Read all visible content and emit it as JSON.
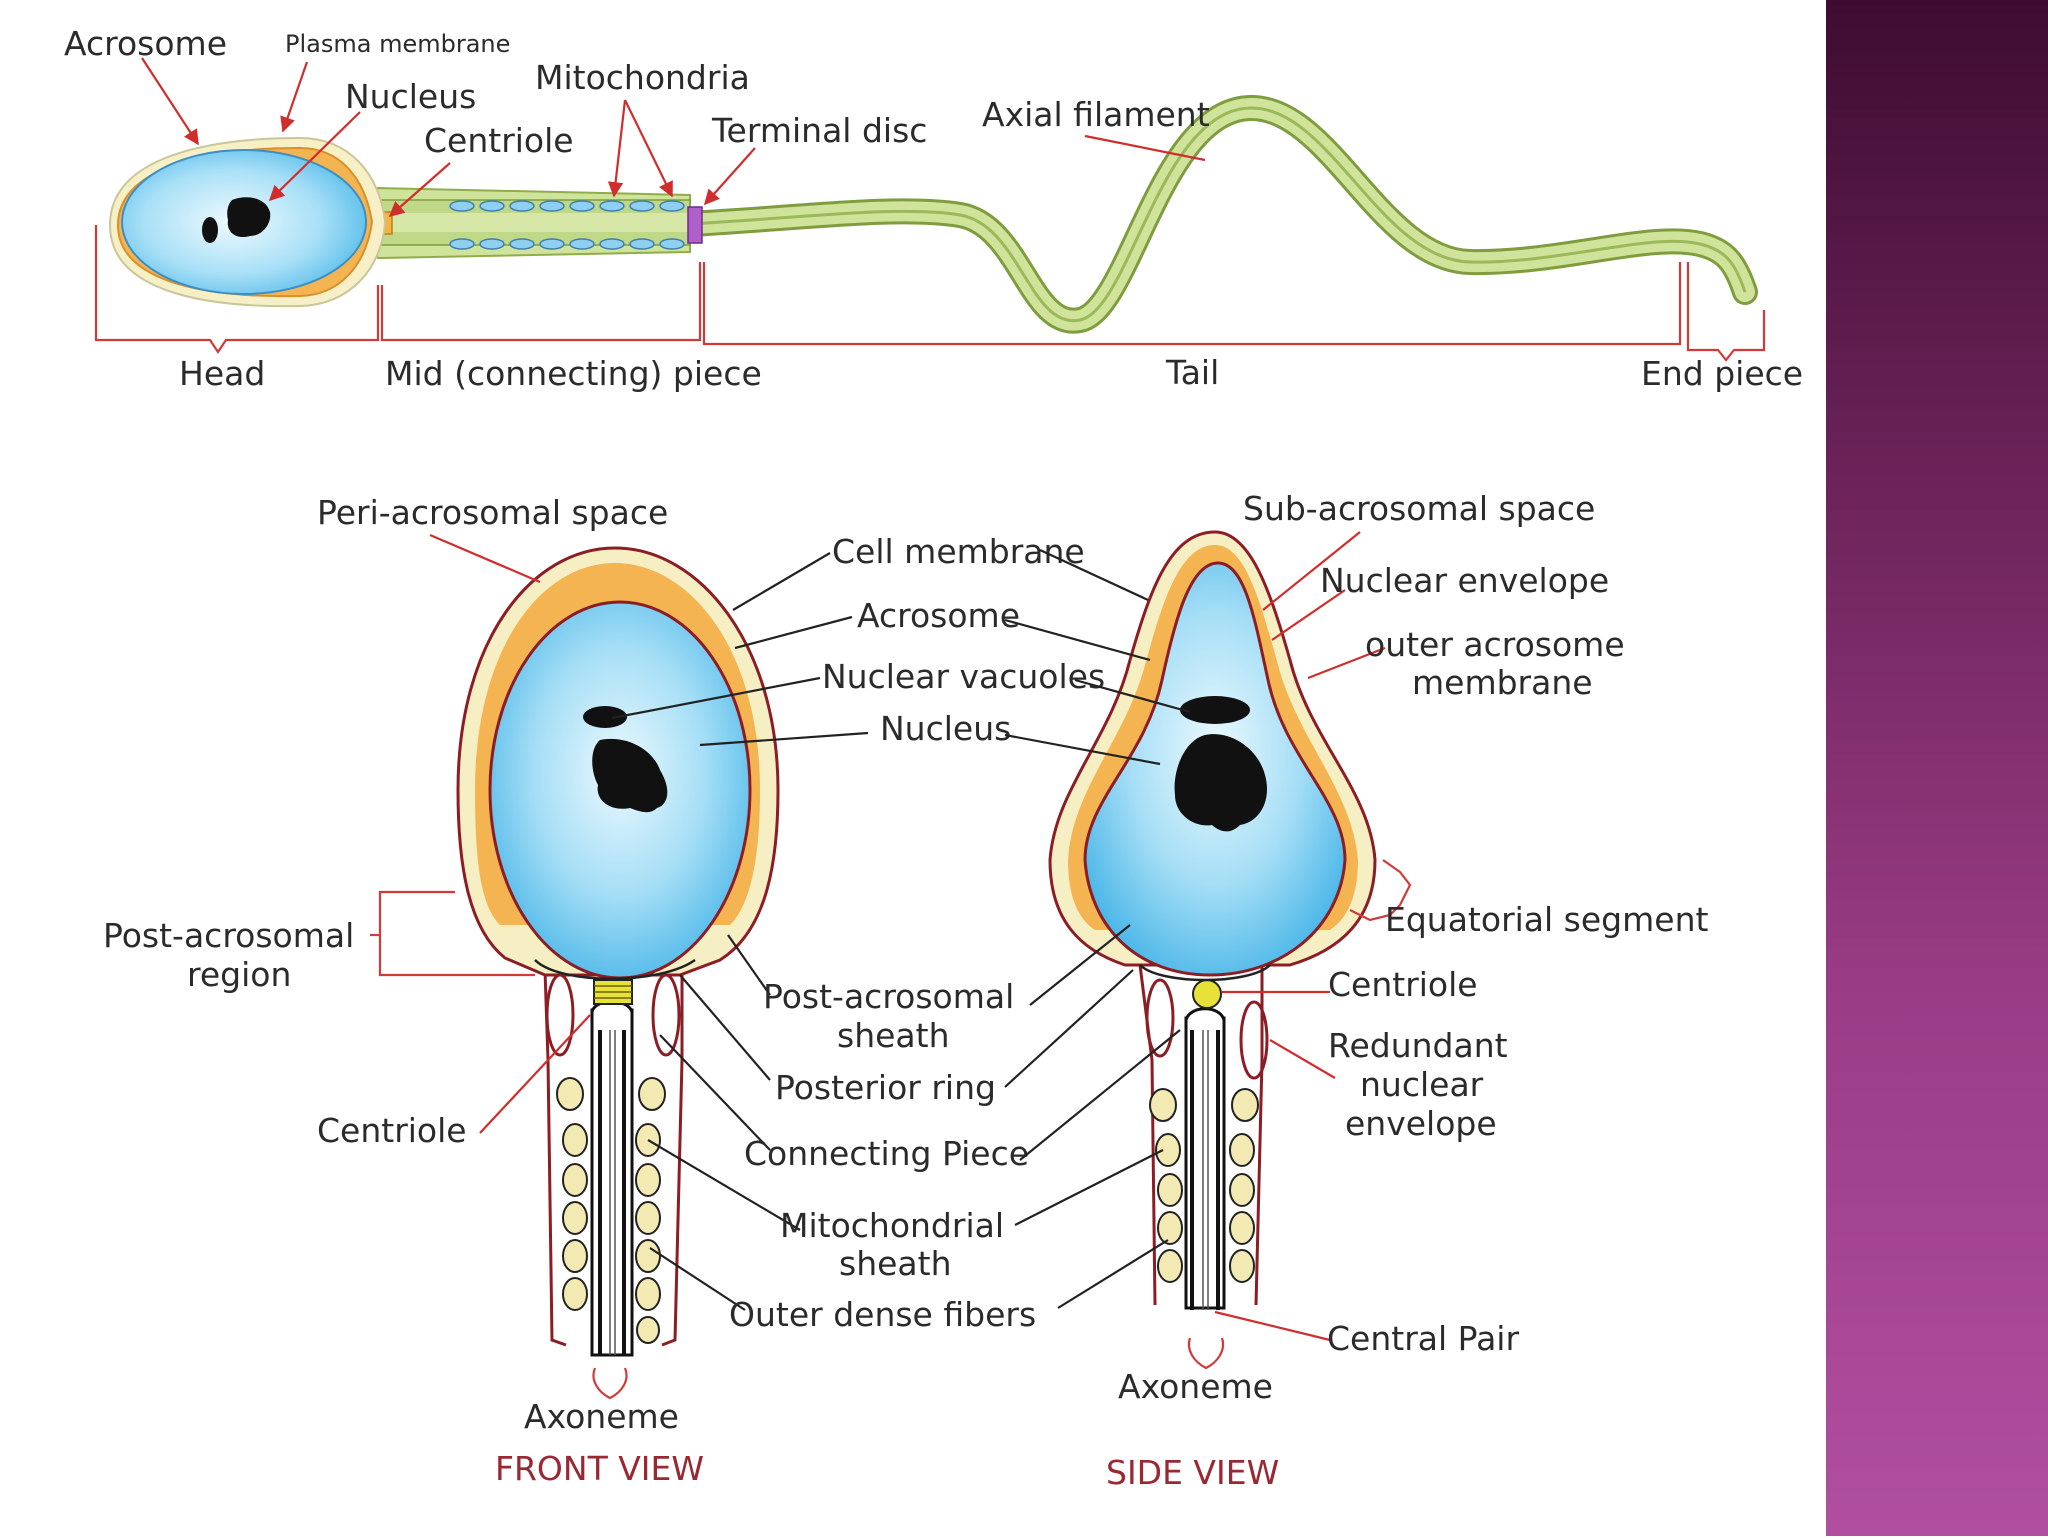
{
  "colors": {
    "nucleus_light": "#e9f7fd",
    "nucleus_dark": "#5cc3ee",
    "acrosome": "#f4b452",
    "membrane": "#8c1d25",
    "tail": "#c7dc8c",
    "tail_dark": "#8fae4a",
    "side_band_top": "#3e0c32",
    "side_band_bottom": "#b04fa0",
    "arrow_red": "#d22d2d",
    "view_label": "#9a2731"
  },
  "top_diagram": {
    "labels": {
      "acrosome": "Acrosome",
      "plasma_membrane": "Plasma membrane",
      "nucleus": "Nucleus",
      "centriole": "Centriole",
      "mitochondria": "Mitochondria",
      "terminal_disc": "Terminal disc",
      "axial_filament": "Axial filament"
    },
    "sections": {
      "head": "Head",
      "mid_piece": "Mid (connecting) piece",
      "tail": "Tail",
      "end_piece": "End piece"
    }
  },
  "front_view": {
    "title": "FRONT VIEW",
    "labels": {
      "peri_acrosomal_space": "Peri-acrosomal space",
      "cell_membrane": "Cell membrane",
      "acrosome": "Acrosome",
      "nuclear_vacuoles": "Nuclear vacuoles",
      "nucleus": "Nucleus",
      "post_acrosomal_region_1": "Post-acrosomal",
      "post_acrosomal_region_2": "region",
      "post_acrosomal_sheath_1": "Post-acrosomal",
      "post_acrosomal_sheath_2": "sheath",
      "posterior_ring": "Posterior ring",
      "connecting_piece": "Connecting Piece",
      "mitochondrial_sheath_1": "Mitochondrial",
      "mitochondrial_sheath_2": "sheath",
      "outer_dense_fibers": "Outer dense fibers",
      "centriole": "Centriole",
      "axoneme": "Axoneme"
    }
  },
  "side_view": {
    "title": "SIDE VIEW",
    "labels": {
      "sub_acrosomal_space": "Sub-acrosomal space",
      "nuclear_envelope": "Nuclear envelope",
      "outer_acrosome_membrane_1": "outer acrosome",
      "outer_acrosome_membrane_2": "membrane",
      "equatorial_segment": "Equatorial segment",
      "centriole": "Centriole",
      "redundant_nuclear_envelope_1": "Redundant",
      "redundant_nuclear_envelope_2": "nuclear",
      "redundant_nuclear_envelope_3": "envelope",
      "central_pair": "Central Pair",
      "axoneme": "Axoneme"
    }
  }
}
